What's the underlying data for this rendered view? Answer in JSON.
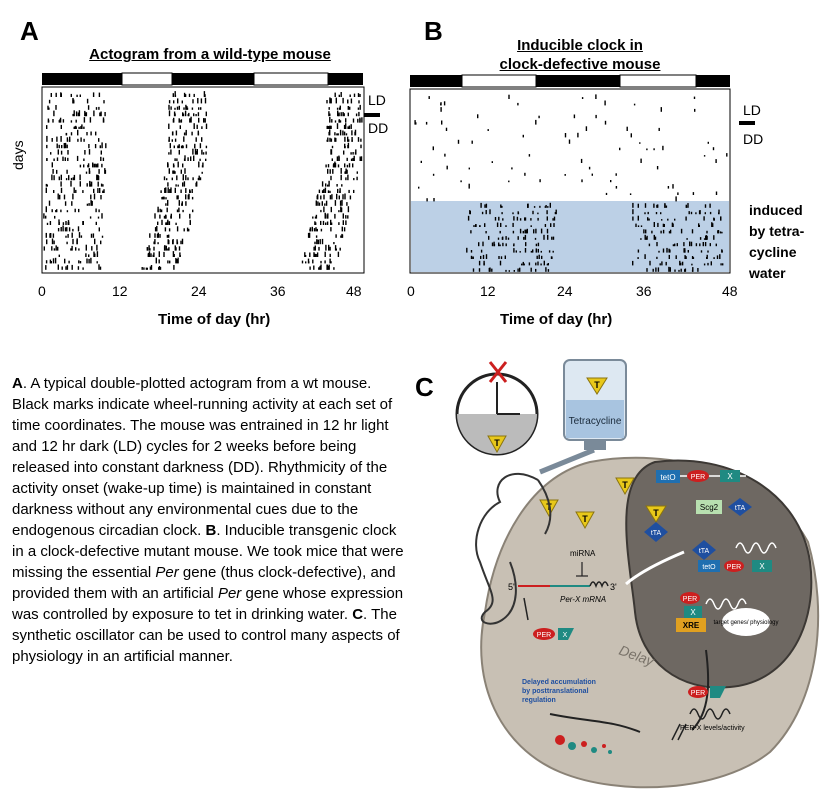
{
  "panel_a": {
    "letter": "A",
    "title": "Actogram from a wild-type mouse",
    "ylabel": "days",
    "xlabel": "Time of day (hr)",
    "ticks": [
      "0",
      "12",
      "24",
      "36",
      "48"
    ],
    "ld_label": "LD",
    "dd_label": "DD"
  },
  "panel_b": {
    "letter": "B",
    "title_line1": "Inducible clock in",
    "title_line2": "clock-defective mouse",
    "xlabel": "Time of day (hr)",
    "ticks": [
      "0",
      "12",
      "24",
      "36",
      "48"
    ],
    "ld_label": "LD",
    "dd_label": "DD",
    "induced_lines": [
      "induced",
      "by tetra-",
      "cycline",
      "water"
    ]
  },
  "caption": {
    "a_letter": "A",
    "a_text": ". A typical double-plotted actogram from a wt mouse. Black marks indicate wheel-running activity at each set of time coordinates. The mouse was entrained in 12 hr light and 12 hr dark (LD) cycles for 2 weeks before being released into constant darkness (DD). Rhythmicity of the activity onset (wake-up time) is maintained in constant darkness without any environmental cues due to the endogenous circadian clock. ",
    "b_letter": "B",
    "b_text1": ". Inducible transgenic clock in a clock-defective mutant mouse. We took mice that were missing the essential ",
    "b_per1": "Per",
    "b_text2": " gene (thus clock-defective), and provided them with an artificial ",
    "b_per2": "Per",
    "b_text3": " gene whose expression was controlled by exposure to tet in drinking water.",
    "c_letter": "C",
    "c_text": ". The synthetic oscillator can be used to control many aspects of physiology in an artificial manner."
  },
  "panel_c": {
    "letter": "C",
    "tetracycline": "Tetracycline",
    "t_symbol": "T",
    "teto": "tetO",
    "per": "PER",
    "x": "X",
    "scg2": "Scg2",
    "tta": "tTA",
    "xre": "XRE",
    "target": "target genes/ physiology",
    "mirna": "miRNA",
    "per_x_mrna": "Per-X mRNA",
    "five_prime": "5'",
    "three_prime": "3'",
    "delay": "Delay",
    "delayed_text": "Delayed accumulation by posttranslational regulation",
    "levels_text": "PER-X levels/activity"
  },
  "colors": {
    "background_blue": "#bcd0e6",
    "cell_gray": "#c8c0b4",
    "nucleus_gray": "#6e6862",
    "per_red": "#cc1f1f",
    "x_teal": "#1f8a82",
    "tta_blue": "#1f4fa0",
    "tet_yellow": "#e8c81a",
    "xre_orange": "#e0a020"
  }
}
